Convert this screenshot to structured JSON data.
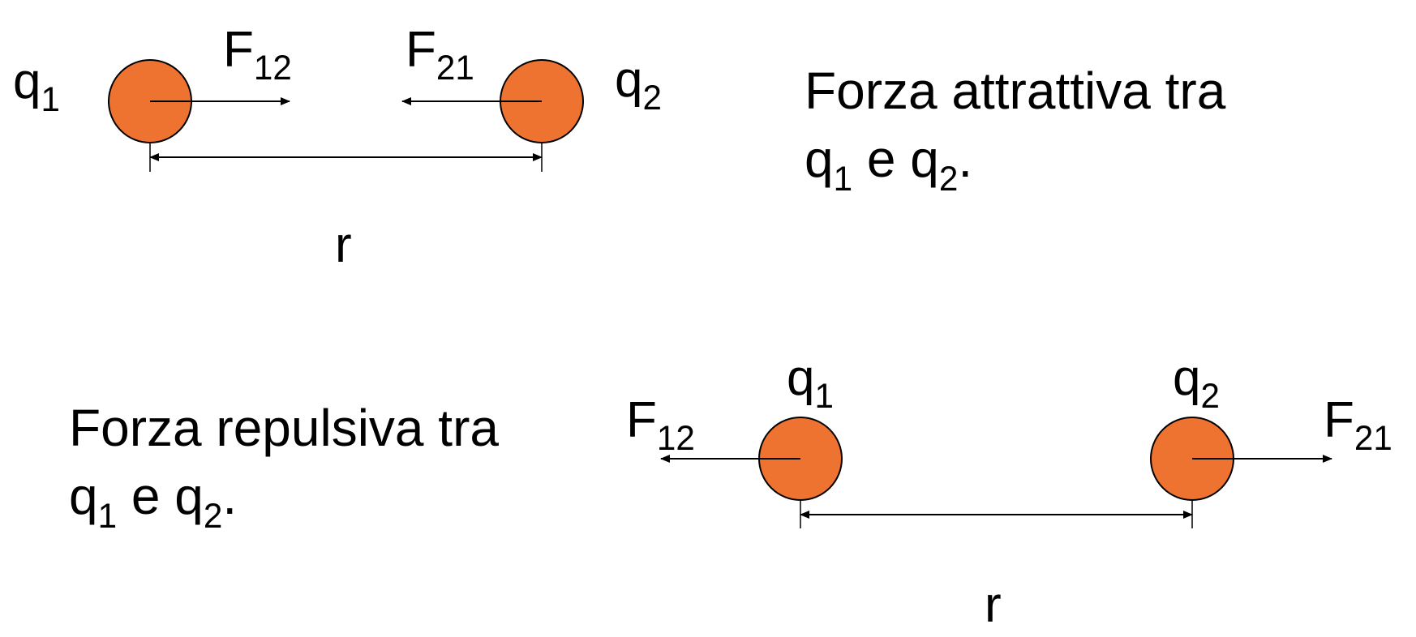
{
  "colors": {
    "charge_fill": "#ee7230",
    "stroke": "#000000"
  },
  "attractive": {
    "q1": {
      "base": "q",
      "sub": "1"
    },
    "q2": {
      "base": "q",
      "sub": "2"
    },
    "f12": {
      "base": "F",
      "sub": "12"
    },
    "f21": {
      "base": "F",
      "sub": "21"
    },
    "distance": "r",
    "caption": {
      "line1": "Forza attrattiva tra",
      "q1_base": "q",
      "q1_sub": "1",
      "conj": " e ",
      "q2_base": "q",
      "q2_sub": "2",
      "end": "."
    }
  },
  "repulsive": {
    "q1": {
      "base": "q",
      "sub": "1"
    },
    "q2": {
      "base": "q",
      "sub": "2"
    },
    "f12": {
      "base": "F",
      "sub": "12"
    },
    "f21": {
      "base": "F",
      "sub": "21"
    },
    "distance": "r",
    "caption": {
      "line1": "Forza repulsiva tra",
      "q1_base": "q",
      "q1_sub": "1",
      "conj": " e ",
      "q2_base": "q",
      "q2_sub": "2",
      "end": "."
    }
  }
}
